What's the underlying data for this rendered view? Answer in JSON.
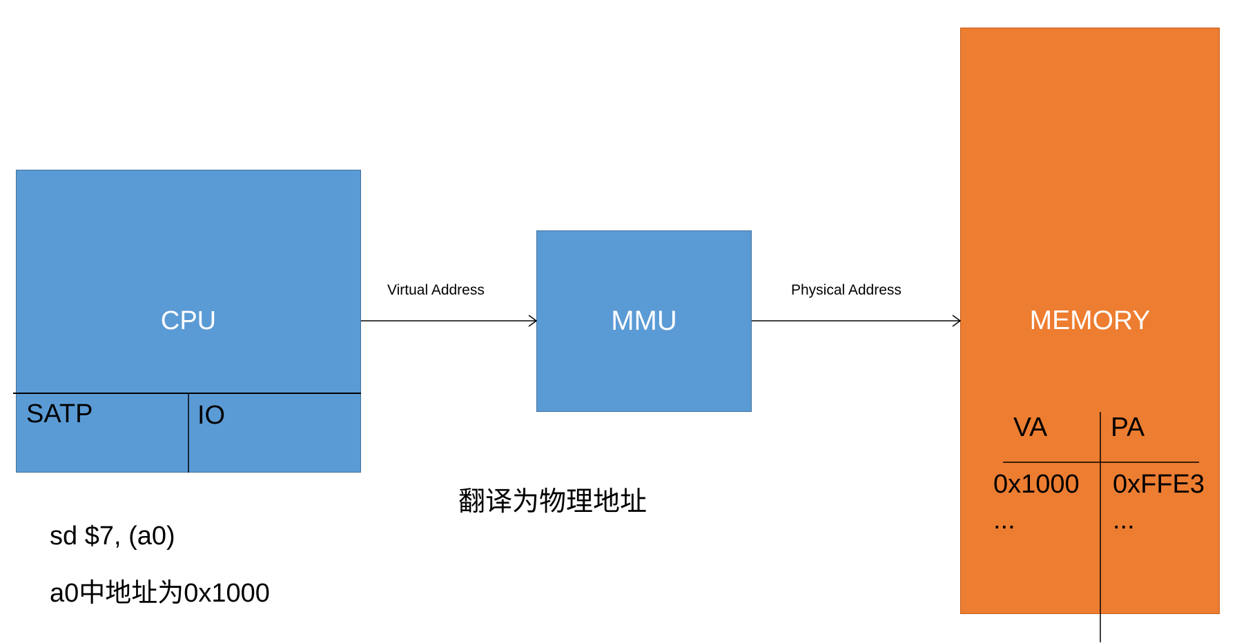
{
  "cpu": {
    "label": "CPU",
    "registers": [
      "SATP",
      "IO"
    ]
  },
  "mmu": {
    "label": "MMU"
  },
  "memory": {
    "label": "MEMORY",
    "table": {
      "headers": [
        "VA",
        "PA"
      ],
      "rows": [
        [
          "0x1000",
          "0xFFE3"
        ],
        [
          "...",
          "..."
        ]
      ]
    }
  },
  "arrows": [
    {
      "label": "Virtual Address"
    },
    {
      "label": "Physical Address"
    }
  ],
  "notes": {
    "translate": "翻译为物理地址",
    "instruction": "sd $7, (a0)",
    "instruction_note": "a0中地址为0x1000"
  },
  "colors": {
    "processor_fill": "#5B9BD5",
    "processor_border": "#41719C",
    "memory_fill": "#ED7D31",
    "memory_border": "#C55A11",
    "label_text": "#FFFFFF"
  }
}
